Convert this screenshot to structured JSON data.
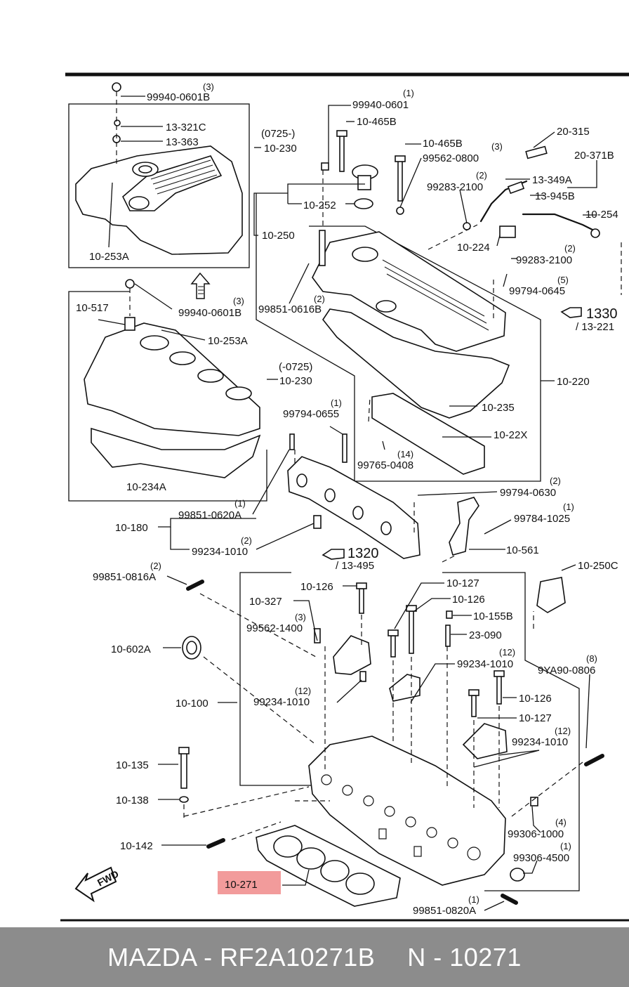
{
  "callouts": {
    "c1_qty": "(3)",
    "c1": "99940-0601B",
    "c2": "13-321C",
    "c3": "13-363",
    "c4": "10-253A",
    "c5_qty": "(0725-)",
    "c5": "10-230",
    "c6_qty": "(1)",
    "c6": "99940-0601",
    "c7": "10-465B",
    "c8": "10-465B",
    "c9_qty": "(3)",
    "c9": "99562-0800",
    "c10": "20-315",
    "c11": "20-371B",
    "c12_qty": "(2)",
    "c12": "99283-2100",
    "c13": "13-349A",
    "c14": "13-945B",
    "c15": "10-254",
    "c16": "10-252",
    "c17": "10-250",
    "c18": "10-224",
    "c19_qty": "(2)",
    "c19": "99283-2100",
    "c20_qty": "(5)",
    "c20": "99794-0645",
    "c21_qty": "(2)",
    "c21": "99851-0616B",
    "c22": "1330",
    "c22b": "/ 13-221",
    "c23_qty": "(3)",
    "c23": "99940-0601B",
    "c24": "10-517",
    "c25": "10-253A",
    "c26_qty": "(-0725)",
    "c26": "10-230",
    "c27": "10-220",
    "c28_qty": "(1)",
    "c28": "99794-0655",
    "c29": "10-235",
    "c30": "10-22X",
    "c31_qty": "(14)",
    "c31": "99765-0408",
    "c32": "10-234A",
    "c33_qty": "(1)",
    "c33": "99851-0620A",
    "c34_qty": "(2)",
    "c34": "99794-0630",
    "c35": "10-180",
    "c36_qty": "(1)",
    "c36": "99784-1025",
    "c37_qty": "(2)",
    "c37": "99234-1010",
    "c38": "1320",
    "c38b": "/ 13-495",
    "c39": "10-561",
    "c40_qty": "(2)",
    "c40": "99851-0816A",
    "c41": "10-250C",
    "c42": "10-126",
    "c43": "10-127",
    "c44": "10-126",
    "c45": "10-327",
    "c46": "10-155B",
    "c47_qty": "(3)",
    "c47": "99562-1400",
    "c48": "23-090",
    "c49": "10-602A",
    "c50_qty": "(12)",
    "c50": "99234-1010",
    "c51_qty": "(8)",
    "c51": "9YA90-0806",
    "c52": "10-100",
    "c53_qty": "(12)",
    "c53": "99234-1010",
    "c54": "10-126",
    "c55": "10-127",
    "c56_qty": "(12)",
    "c56": "99234-1010",
    "c57": "10-135",
    "c58": "10-138",
    "c59_qty": "(4)",
    "c59": "99306-1000",
    "c60": "10-142",
    "c61_qty": "(1)",
    "c61": "99306-4500",
    "c62": "10-271",
    "c63_qty": "(1)",
    "c63": "99851-0820A",
    "fwd": "FWD"
  },
  "footer": {
    "brand_part": "MAZDA - RF2A10271B",
    "ref": "N - 10271"
  },
  "colors": {
    "highlight": "#f08a8a",
    "footer_bg": "#8c8c8c"
  }
}
